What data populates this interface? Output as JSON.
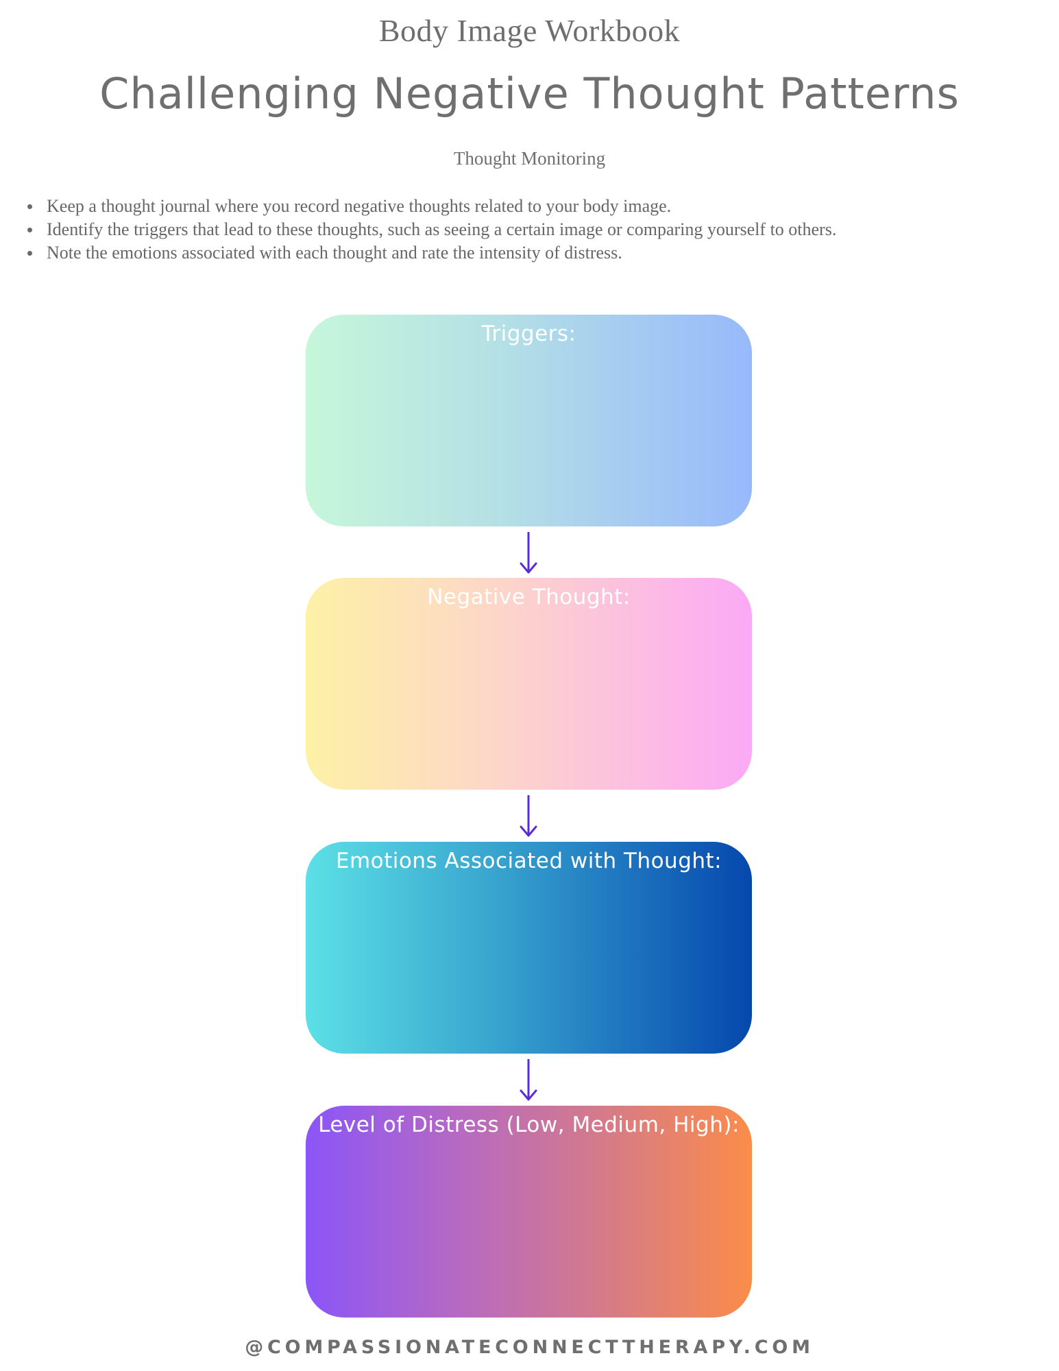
{
  "header": {
    "workbook_title": "Body Image Workbook",
    "page_title": "Challenging Negative Thought Patterns"
  },
  "section": {
    "heading": "Thought Monitoring",
    "bullets": [
      "Keep a thought journal where you record negative thoughts related to your body image.",
      "Identify the triggers that lead to these thoughts, such as seeing a certain image or comparing yourself to others.",
      "Note the emotions associated with each thought and rate the intensity of distress."
    ]
  },
  "flow": {
    "boxes": [
      {
        "label": "Triggers:",
        "gradient": [
          "#c6f7da",
          "#97b9fb"
        ]
      },
      {
        "label": "Negative Thought:",
        "gradient": [
          "#fdf1a6",
          "#fba9f6"
        ]
      },
      {
        "label": "Emotions Associated with Thought:",
        "gradient": [
          "#5ce0e6",
          "#0548ad"
        ]
      },
      {
        "label": "Level of Distress (Low, Medium, High):",
        "gradient": [
          "#8b55f8",
          "#fb8c49"
        ]
      }
    ],
    "arrow_color": "#5b2bd6",
    "label_color": "#ffffff"
  },
  "footer": {
    "text": "@COMPASSIONATECONNECTTHERAPY.COM"
  }
}
